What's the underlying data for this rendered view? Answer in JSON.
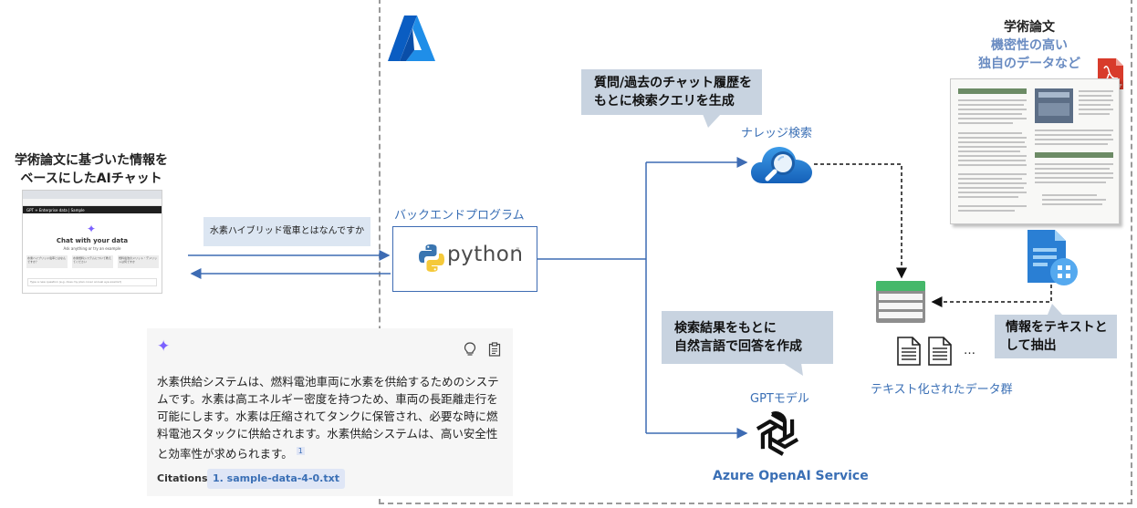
{
  "left": {
    "title_line1": "学術論文に基づいた情報を",
    "title_line2": "ベースにしたAIチャット"
  },
  "chat_screenshot": {
    "tab_title": "GPT + Enterprise data | Sample",
    "heading": "Chat with your data",
    "subheading": "Ask anything or try an example",
    "examples": [
      "水素ハイブリッド電車とはなんですか？",
      "水素燃料システムについて教えてください",
      "燃料電池のメリット・デメリットは何ですか"
    ],
    "input_placeholder": "Type a new question (e.g. does my plan cover annual eye exams?)"
  },
  "query": {
    "text": "水素ハイブリッド電車とはなんですか"
  },
  "backend": {
    "label": "バックエンドプログラム",
    "logo_text": "python",
    "tm": "™"
  },
  "bubbles": {
    "query_gen_line1": "質問/過去のチャット履歴を",
    "query_gen_line2": "もとに検索クエリを生成",
    "answer_gen_line1": "検索結果をもとに",
    "answer_gen_line2": "自然言語で回答を作成",
    "extract_line1": "情報をテキストと",
    "extract_line2": "して抽出"
  },
  "services": {
    "knowledge_search": "ナレッジ検索",
    "gpt_model": "GPTモデル",
    "azure_openai": "Azure OpenAI Service",
    "text_data": "テキスト化されたデータ群",
    "ellipsis": "…"
  },
  "paper": {
    "title": "学術論文",
    "subtitle_line1": "機密性の高い",
    "subtitle_line2": "独自のデータなど",
    "pdf_label": "PDF"
  },
  "response": {
    "text": "水素供給システムは、燃料電池車両に水素を供給するためのシステムです。水素は高エネルギー密度を持つため、車両の長距離走行を可能にします。水素は圧縮されてタンクに保管され、必要な時に燃料電池スタックに供給されます。水素供給システムは、高い安全性と効率性が求められます。",
    "citation_number": "1",
    "citations_label": "Citations:",
    "citation": "1. sample-data-4-0.txt"
  },
  "colors": {
    "accent_blue": "#3a6fb5",
    "bubble_bg": "#c8d3e0",
    "query_bg": "#dce6f2"
  }
}
